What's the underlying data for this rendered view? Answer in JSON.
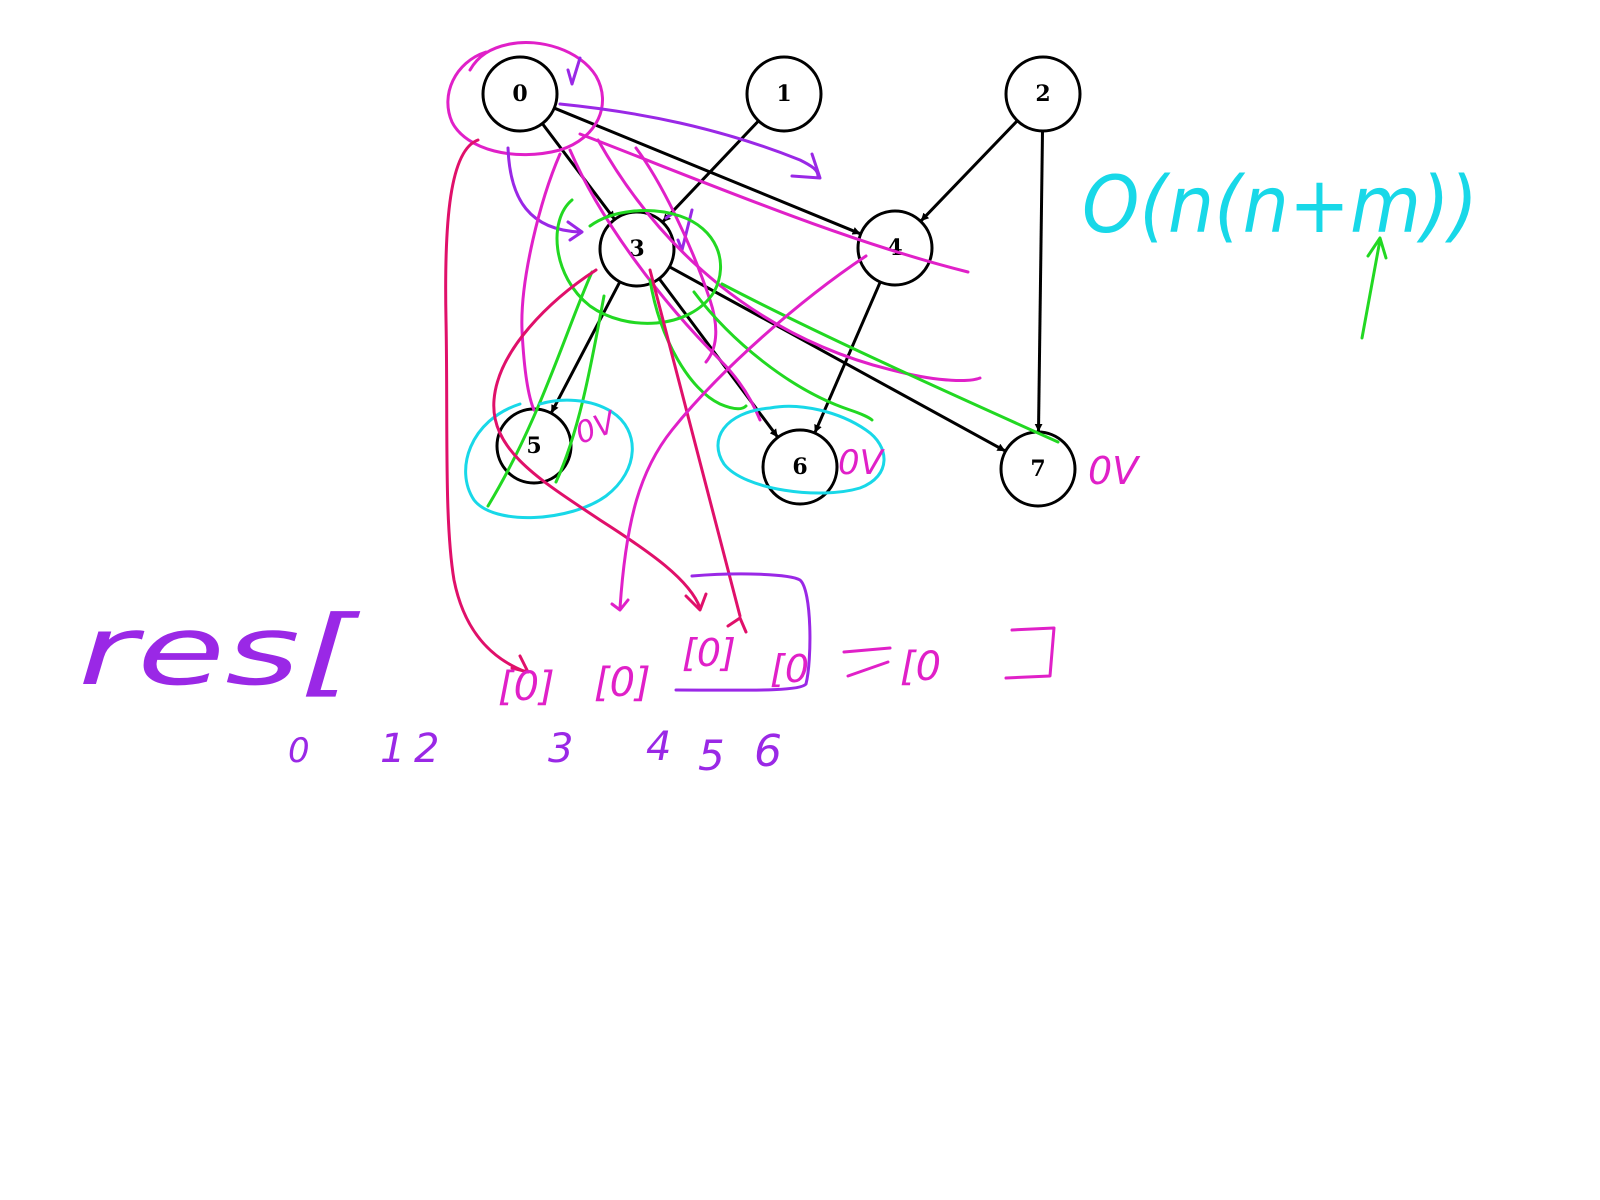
{
  "graph": {
    "nodes": [
      {
        "id": "0",
        "label": "0"
      },
      {
        "id": "1",
        "label": "1"
      },
      {
        "id": "2",
        "label": "2"
      },
      {
        "id": "3",
        "label": "3"
      },
      {
        "id": "4",
        "label": "4"
      },
      {
        "id": "5",
        "label": "5"
      },
      {
        "id": "6",
        "label": "6"
      },
      {
        "id": "7",
        "label": "7"
      }
    ],
    "edges": [
      {
        "from": "0",
        "to": "3"
      },
      {
        "from": "0",
        "to": "4"
      },
      {
        "from": "1",
        "to": "3"
      },
      {
        "from": "2",
        "to": "4"
      },
      {
        "from": "2",
        "to": "7"
      },
      {
        "from": "3",
        "to": "5"
      },
      {
        "from": "3",
        "to": "6"
      },
      {
        "from": "3",
        "to": "7"
      },
      {
        "from": "4",
        "to": "6"
      }
    ]
  },
  "annotations": {
    "complexity": "O(n(n+m))",
    "visited_marks": [
      "0V",
      "0V",
      "0V"
    ],
    "res_label": "res[",
    "res_cells": [
      "[0]",
      "[0]",
      "[0]",
      "[0",
      "[0"
    ],
    "index_labels": [
      "0",
      "1",
      "2",
      "3",
      "4",
      "5",
      "6"
    ],
    "colors": {
      "magenta": "#e020c8",
      "purple": "#9a28e6",
      "green": "#22d822",
      "cyan": "#18d8e8",
      "crimson": "#e0106a"
    }
  }
}
